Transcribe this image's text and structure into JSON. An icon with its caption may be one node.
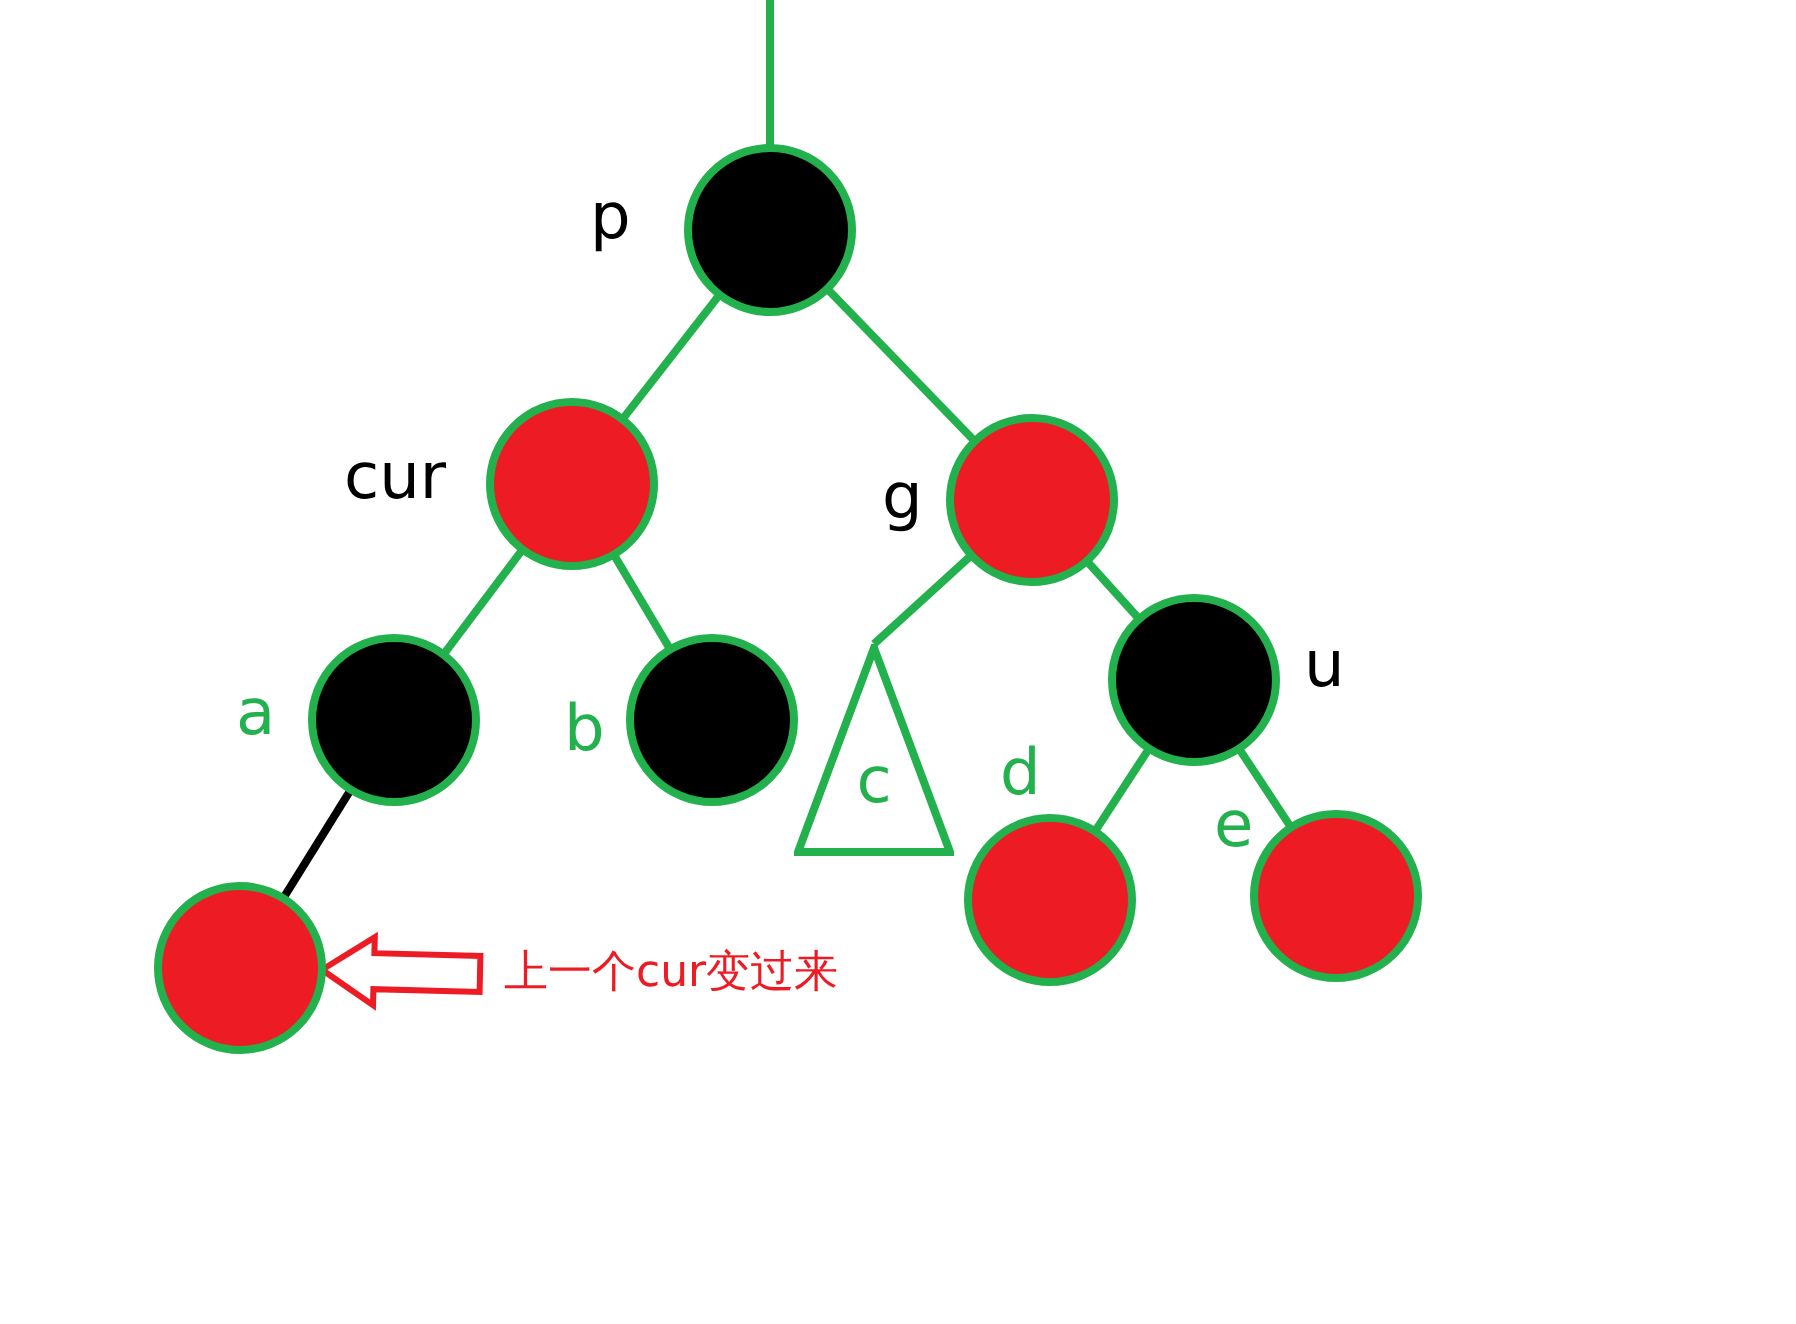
{
  "diagram": {
    "nodes": [
      {
        "text": [],
        "shape": "circle",
        "beside": [
          "p"
        ]
      },
      {
        "text": [],
        "shape": "circle",
        "beside": [
          "cur"
        ]
      },
      {
        "text": [],
        "shape": "circle",
        "beside": [
          "g"
        ]
      },
      {
        "text": [],
        "shape": "circle",
        "beside": [
          "a"
        ]
      },
      {
        "text": [],
        "shape": "circle",
        "beside": [
          "b"
        ]
      },
      {
        "text": [
          "c"
        ]
      },
      {
        "text": [],
        "shape": "circle",
        "beside": [
          "u"
        ]
      },
      {
        "text": [],
        "shape": "circle",
        "beside": [
          "d"
        ]
      },
      {
        "text": [],
        "shape": "circle",
        "beside": [
          "e"
        ]
      },
      {
        "text": [],
        "shape": "circle"
      },
      {
        "text": [
          "上一个cur变过来"
        ]
      }
    ],
    "edges": [
      {
        "from": null,
        "to": 0,
        "arrow": "none"
      },
      {
        "from": 0,
        "to": 1,
        "arrow": "none"
      },
      {
        "from": 0,
        "to": 2,
        "arrow": "none"
      },
      {
        "from": 1,
        "to": 3,
        "arrow": "none"
      },
      {
        "from": 1,
        "to": 4,
        "arrow": "none"
      },
      {
        "from": 2,
        "to": 5,
        "arrow": "none"
      },
      {
        "from": 2,
        "to": 6,
        "arrow": "none"
      },
      {
        "from": 3,
        "to": 9,
        "arrow": "none",
        "color": "#000000"
      },
      {
        "from": 6,
        "to": 7,
        "arrow": "none"
      },
      {
        "from": 6,
        "to": 8,
        "arrow": "none"
      },
      {
        "from": 10,
        "to": 9,
        "arrow": "to",
        "style": "thick",
        "color": "#ed1c24"
      }
    ]
  }
}
